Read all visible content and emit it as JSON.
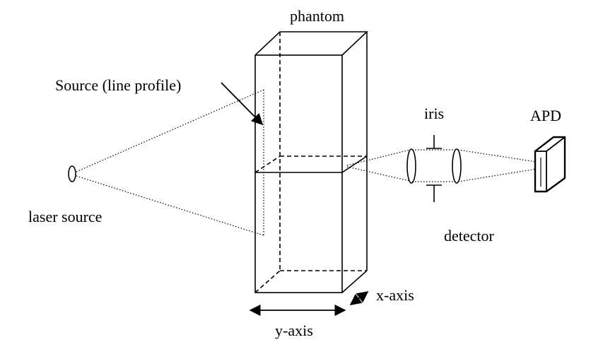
{
  "labels": {
    "phantom": "phantom",
    "source": "Source (line profile)",
    "laser": "laser source",
    "iris": "iris",
    "apd": "APD",
    "detector": "detector",
    "x_axis": "x-axis",
    "y_axis": "y-axis"
  },
  "colors": {
    "ink": "#000000",
    "background": "#ffffff"
  }
}
